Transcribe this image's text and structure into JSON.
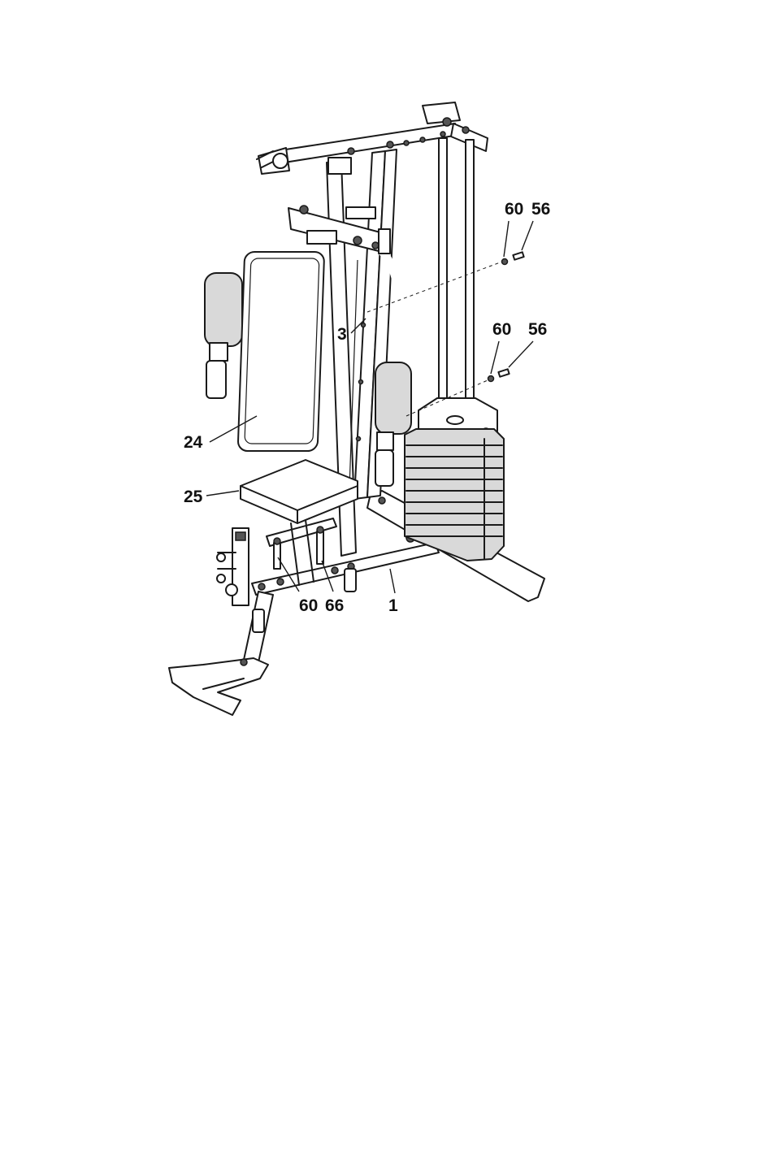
{
  "callouts": {
    "label_60_upper": "60",
    "label_56_upper": "56",
    "label_3": "3",
    "label_60_middle": "60",
    "label_56_middle": "56",
    "label_24": "24",
    "label_25": "25",
    "label_60_lower": "60",
    "label_66": "66",
    "label_1": "1"
  }
}
